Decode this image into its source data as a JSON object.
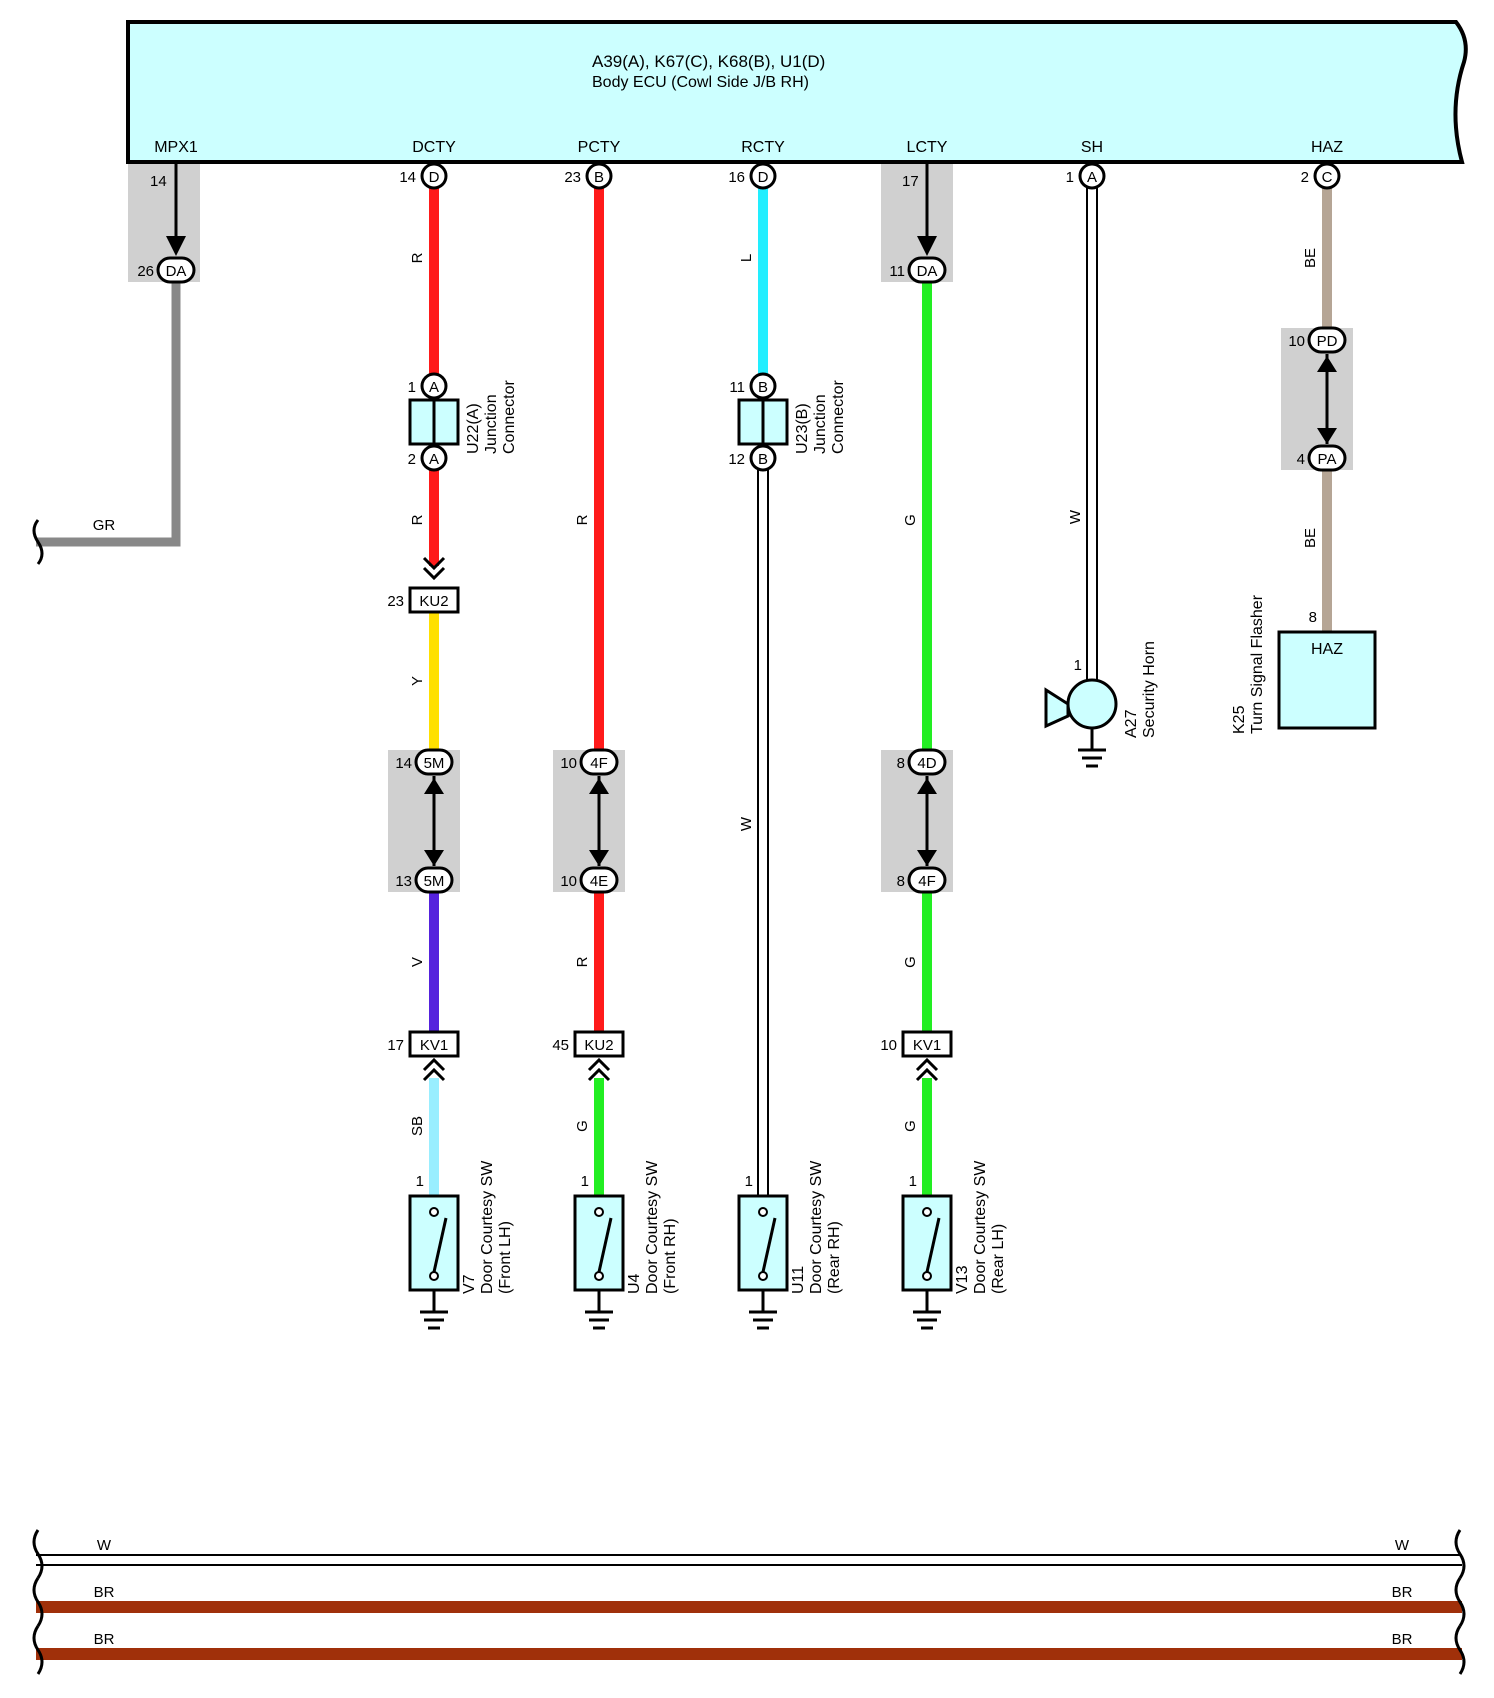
{
  "ecu": {
    "title": "A39(A), K67(C), K68(B), U1(D)",
    "subtitle": "Body ECU (Cowl Side J/B RH)",
    "terminals": [
      "MPX1",
      "DCTY",
      "PCTY",
      "RCTY",
      "LCTY",
      "SH",
      "HAZ"
    ]
  },
  "mpx1": {
    "pin": "14",
    "conn_pin": "26",
    "conn": "DA",
    "wire": "GR"
  },
  "dcty": {
    "pin": "14",
    "pin_letter": "D",
    "wire1": "R",
    "junction": {
      "pin_in": "1",
      "pin_out": "2",
      "letter": "A",
      "name": "U22(A)",
      "desc1": "Junction",
      "desc2": "Connector"
    },
    "wire2": "R",
    "conn1": {
      "pin": "23",
      "name": "KU2"
    },
    "wire3": "Y",
    "conn2": {
      "pin_top": "14",
      "pin_bot": "13",
      "name": "5M"
    },
    "wire4": "V",
    "conn3": {
      "pin": "17",
      "name": "KV1"
    },
    "wire5": "SB",
    "switch": {
      "pin": "1",
      "name": "V7",
      "desc1": "Door Courtesy SW",
      "desc2": "(Front LH)"
    }
  },
  "pcty": {
    "pin": "23",
    "pin_letter": "B",
    "wire1": "R",
    "conn2": {
      "pin_top": "10",
      "pin_bot": "10",
      "name_top": "4F",
      "name_bot": "4E"
    },
    "wire2": "R",
    "conn3": {
      "pin": "45",
      "name": "KU2"
    },
    "wire3": "G",
    "switch": {
      "pin": "1",
      "name": "U4",
      "desc1": "Door Courtesy SW",
      "desc2": "(Front RH)"
    }
  },
  "rcty": {
    "pin": "16",
    "pin_letter": "D",
    "wire1": "L",
    "junction": {
      "pin_in": "11",
      "pin_out": "12",
      "letter": "B",
      "name": "U23(B)",
      "desc1": "Junction",
      "desc2": "Connector"
    },
    "wire2": "W",
    "switch": {
      "pin": "1",
      "name": "U11",
      "desc1": "Door Courtesy SW",
      "desc2": "(Rear RH)"
    }
  },
  "lcty": {
    "pin": "17",
    "conn_pin": "11",
    "conn": "DA",
    "wire1": "G",
    "conn2": {
      "pin_top": "8",
      "pin_bot": "8",
      "name_top": "4D",
      "name_bot": "4F"
    },
    "wire2": "G",
    "conn3": {
      "pin": "10",
      "name": "KV1"
    },
    "wire3": "G",
    "switch": {
      "pin": "1",
      "name": "V13",
      "desc1": "Door Courtesy SW",
      "desc2": "(Rear LH)"
    }
  },
  "sh": {
    "pin": "1",
    "pin_letter": "A",
    "wire": "W",
    "horn": {
      "pin": "1",
      "name": "A27",
      "desc": "Security Horn"
    }
  },
  "haz": {
    "pin": "2",
    "pin_letter": "C",
    "wire1": "BE",
    "conn": {
      "pin_top": "10",
      "pin_bot": "4",
      "name_top": "PD",
      "name_bot": "PA"
    },
    "wire2": "BE",
    "flasher": {
      "pin": "8",
      "label": "HAZ",
      "name": "K25",
      "desc": "Turn Signal Flasher"
    }
  },
  "bus": [
    {
      "label": "W",
      "color": "#ffffff"
    },
    {
      "label": "BR",
      "color": "#a0300a"
    },
    {
      "label": "BR",
      "color": "#a0300a"
    }
  ],
  "colors": {
    "ecu_fill": "#ccffff",
    "red": "#ff1a1a",
    "yellow": "#ffe000",
    "violet": "#5522dd",
    "sky": "#99eeff",
    "green": "#22ee22",
    "cyan": "#22eeff",
    "beige": "#b5a595",
    "gray": "#888888",
    "brown": "#a0300a"
  }
}
